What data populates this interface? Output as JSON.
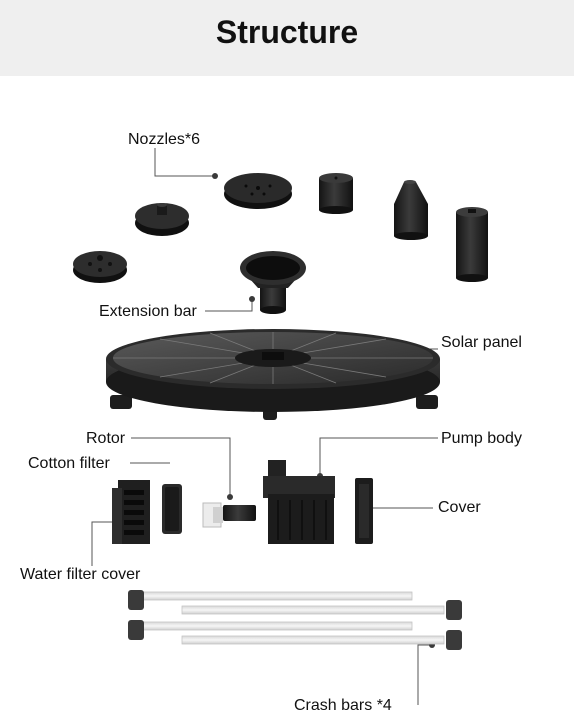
{
  "header": {
    "title": "Structure"
  },
  "labels": {
    "nozzles": "Nozzles*6",
    "extension_bar": "Extension bar",
    "solar_panel": "Solar panel",
    "rotor": "Rotor",
    "pump_body": "Pump body",
    "cotton_filter": "Cotton filter",
    "cover": "Cover",
    "water_filter_cover": "Water filter cover",
    "crash_bars": "Crash bars *4"
  },
  "colors": {
    "header_bg": "#efefef",
    "part_dark": "#1c1c1c",
    "part_mid": "#3a3a3a",
    "leader_line": "#555555",
    "bar_light": "#e4e4e4"
  }
}
